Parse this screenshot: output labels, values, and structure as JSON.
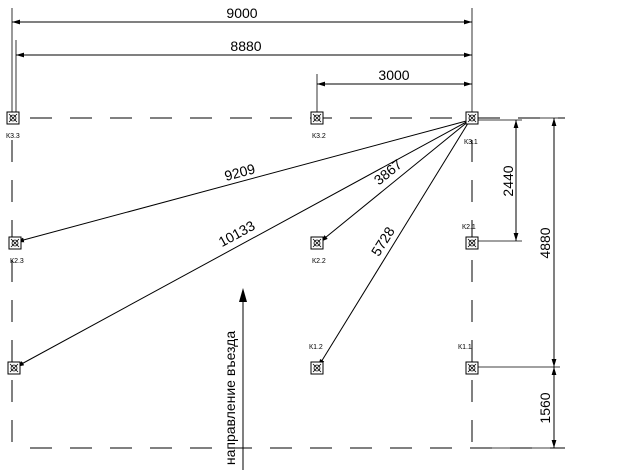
{
  "dimensions": {
    "top_total": "9000",
    "top_inner": "8880",
    "top_right": "3000",
    "right_upper": "2440",
    "right_total": "4880",
    "right_lower": "1560"
  },
  "diagonals": {
    "to_k23": "9209",
    "to_k13": "10133",
    "to_k22": "3867",
    "to_k12": "5728"
  },
  "markers": {
    "k33": "К3.3",
    "k32": "К3.2",
    "k31": "К3.1",
    "k23": "К2.3",
    "k22": "К2.2",
    "k21": "К2.1",
    "k12": "К1.2",
    "k11": "К1.1"
  },
  "direction_label": "направление въезда"
}
